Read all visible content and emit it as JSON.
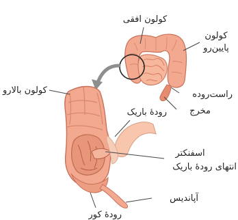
{
  "labels": {
    "transverse_colon": "کولون افقی",
    "descending_colon_line1": "کولون",
    "descending_colon_line2": "پایین‌رو",
    "rectum": "راست‌روده",
    "anus": "مخرج",
    "ascending_colon": "کولون بالارو",
    "small_intestine": "رودهٔ باریک",
    "sphincter_line1": "اسفنکتر",
    "sphincter_line2": "انتهای رودهٔ باریک",
    "appendix": "آپاندیس",
    "cecum": "رودهٔ کور"
  },
  "colors": {
    "colon_fill": "#f2a98f",
    "colon_stroke": "#c9705a",
    "small_intestine_fill": "#f7b79d",
    "inner_dark": "#d77d63",
    "leader_line": "#444444",
    "arrow": "#8e8e8e",
    "rectum_fill": "#e58c6f"
  }
}
